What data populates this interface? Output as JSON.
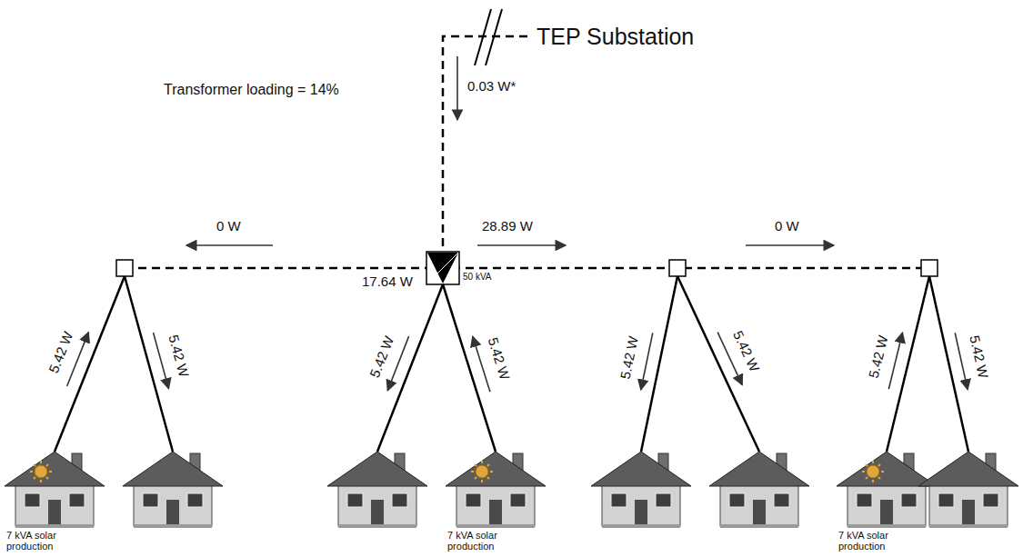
{
  "diagram": {
    "labels": [
      "TEP Substation",
      "0.03 W*",
      "Transformer loading = 14%",
      "0 W",
      "28.89 W",
      "0 W",
      "17.64 W",
      "50 kVA",
      "5.42 W",
      "5.42 W",
      "5.42 W",
      "5.42 W",
      "5.42 W",
      "5.42 W",
      "5.42 W",
      "5.42 W",
      "7 kVA solar production",
      "7 kVA solar production",
      "7 kVA solar production"
    ]
  }
}
